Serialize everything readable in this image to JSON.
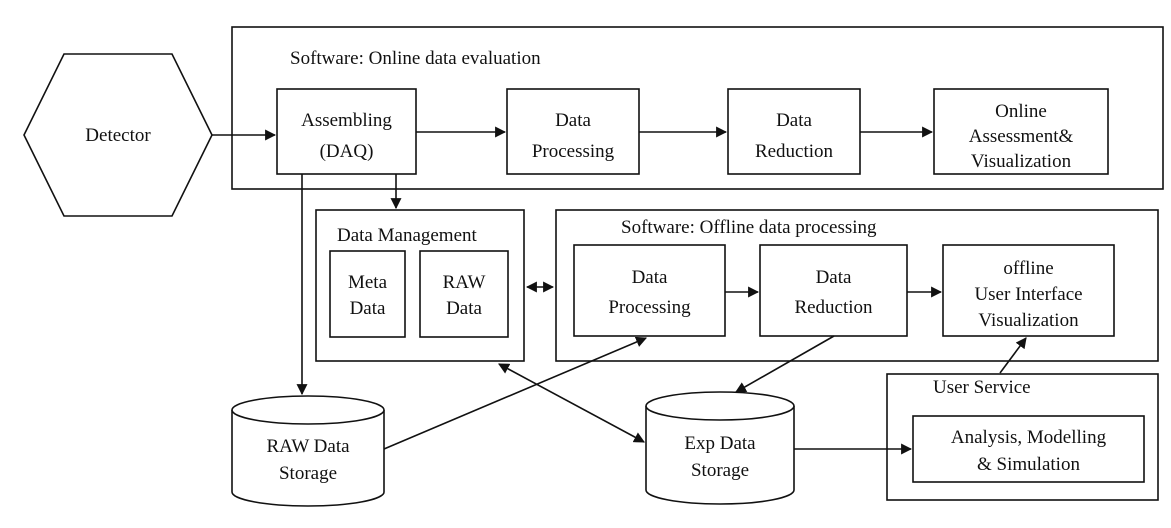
{
  "detector": {
    "label": "Detector"
  },
  "online": {
    "title": "Software: Online data evaluation",
    "assembling": [
      "Assembling",
      "(DAQ)"
    ],
    "processing": [
      "Data",
      "Processing"
    ],
    "reduction": [
      "Data",
      "Reduction"
    ],
    "assessment": [
      "Online",
      "Assessment&",
      "Visualization"
    ]
  },
  "management": {
    "title": "Data Management",
    "meta": [
      "Meta",
      "Data"
    ],
    "raw": [
      "RAW",
      "Data"
    ]
  },
  "offline": {
    "title": "Software: Offline data processing",
    "processing": [
      "Data",
      "Processing"
    ],
    "reduction": [
      "Data",
      "Reduction"
    ],
    "ui": [
      "offline",
      "User Interface",
      "Visualization"
    ]
  },
  "raw_storage": [
    "RAW Data",
    "Storage"
  ],
  "exp_storage": [
    "Exp Data",
    "Storage"
  ],
  "user_service": {
    "title": "User Service",
    "analysis": [
      "Analysis, Modelling",
      "& Simulation"
    ]
  }
}
